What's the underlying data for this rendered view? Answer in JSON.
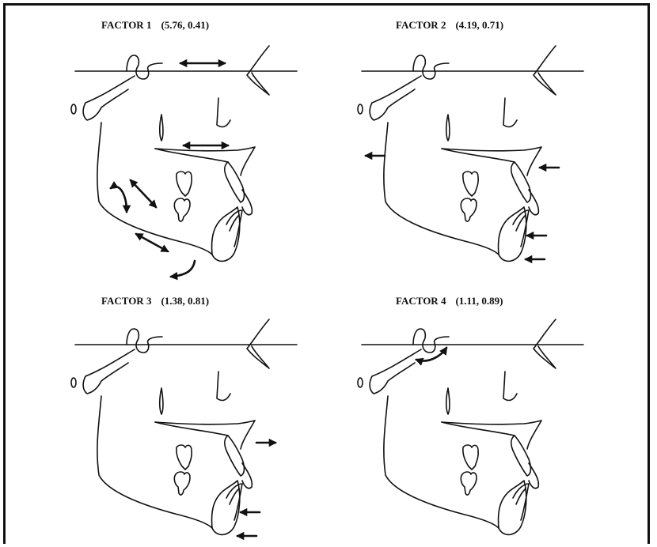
{
  "figure": {
    "panels": [
      {
        "id": "factor-1",
        "label": "FACTOR  1",
        "values": "(5.76, 0.41)"
      },
      {
        "id": "factor-2",
        "label": "FACTOR  2",
        "values": "(4.19, 0.71)"
      },
      {
        "id": "factor-3",
        "label": "FACTOR  3",
        "values": "(1.38, 0.81)"
      },
      {
        "id": "factor-4",
        "label": "FACTOR  4",
        "values": "(1.11, 0.89)"
      }
    ],
    "colors": {
      "ink": "#111111",
      "background": "#ffffff"
    }
  }
}
